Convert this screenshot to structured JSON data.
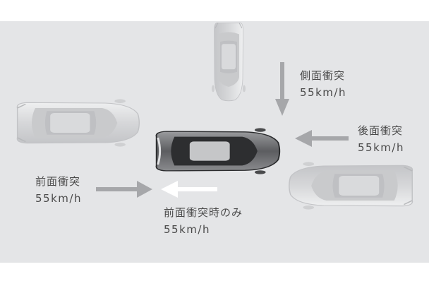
{
  "labels": {
    "side": {
      "title": "側面衝突",
      "speed": "55km/h"
    },
    "rear": {
      "title": "後面衝突",
      "speed": "55km/h"
    },
    "front": {
      "title": "前面衝突",
      "speed": "55km/h"
    },
    "front_only": {
      "title": "前面衝突時のみ",
      "speed": "55km/h"
    }
  },
  "colors": {
    "panel": "#e4e5e7",
    "arrow_gray": "#a6a7aa",
    "arrow_white": "#ffffff",
    "car_body_light": "#d3d4d6",
    "car_body_dark": "#6d6e71",
    "text": "#4a4a4a"
  }
}
